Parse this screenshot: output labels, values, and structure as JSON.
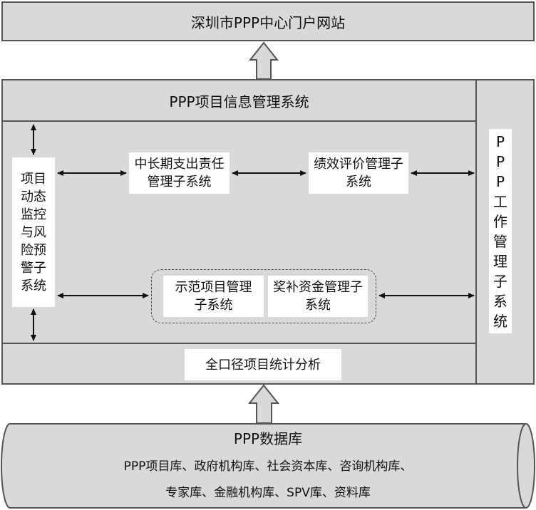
{
  "portal": {
    "title": "深圳市PPP中心门户网站"
  },
  "info_system": {
    "title": "PPP项目信息管理系统"
  },
  "work_mgmt": {
    "label": "PPP工作管理子系统"
  },
  "subsystems": {
    "monitor": "项目动态监控与风险预警子系统",
    "long_term": "中长期支出责任管理子系统",
    "performance": "绩效评价管理子系统",
    "demo": "示范项目管理子系统",
    "subsidy": "奖补资金管理子系统",
    "statistics": "全口径项目统计分析"
  },
  "database": {
    "title": "PPP数据库",
    "line1": "PPP项目库、政府机构库、社会资本库、咨询机构库、",
    "line2": "专家库、金融机构库、SPV库、资料库"
  }
}
